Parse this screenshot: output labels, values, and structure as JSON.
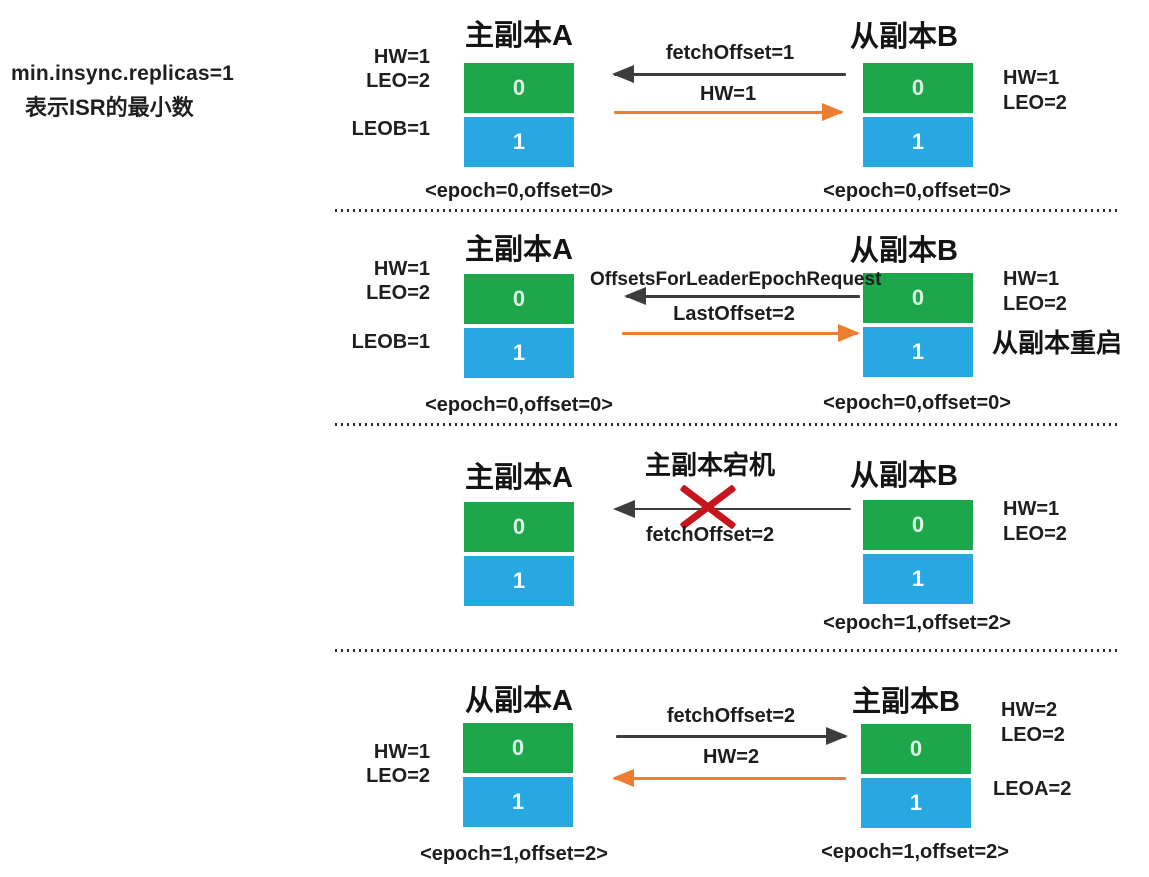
{
  "colors": {
    "green": "#1da64b",
    "blue": "#27a8e0",
    "orange": "#ed7d31",
    "dark": "#3d3d3d",
    "red": "#c4161c",
    "ink": "#1f1f1f"
  },
  "note": {
    "line1": "min.insync.replicas=1",
    "line2": "表示ISR的最小数"
  },
  "sections": [
    {
      "title_a": "主副本A",
      "title_b": "从副本B",
      "a_hw": "HW=1",
      "a_leo": "LEO=2",
      "a_leob": "LEOB=1",
      "b_hw": "HW=1",
      "b_leo": "LEO=2",
      "seg0": "0",
      "seg1": "1",
      "arrow_top_label": "fetchOffset=1",
      "arrow_bottom_label": "HW=1",
      "epoch_a": "<epoch=0,offset=0>",
      "epoch_b": "<epoch=0,offset=0>"
    },
    {
      "title_a": "主副本A",
      "title_b": "从副本B",
      "a_hw": "HW=1",
      "a_leo": "LEO=2",
      "a_leob": "LEOB=1",
      "b_hw": "HW=1",
      "b_leo": "LEO=2",
      "b_note": "从副本重启",
      "seg0": "0",
      "seg1": "1",
      "arrow_top_label": "OffsetsForLeaderEpochRequest",
      "arrow_bottom_label": "LastOffset=2",
      "epoch_a": "<epoch=0,offset=0>",
      "epoch_b": "<epoch=0,offset=0>"
    },
    {
      "title_a": "主副本A",
      "title_b": "从副本B",
      "crash_label": "主副本宕机",
      "b_hw": "HW=1",
      "b_leo": "LEO=2",
      "seg0": "0",
      "seg1": "1",
      "arrow_top_label": "fetchOffset=2",
      "epoch_b": "<epoch=1,offset=2>"
    },
    {
      "title_a": "从副本A",
      "title_b": "主副本B",
      "a_hw": "HW=1",
      "a_leo": "LEO=2",
      "b_hw": "HW=2",
      "b_leo": "LEO=2",
      "b_leoa": "LEOA=2",
      "seg0": "0",
      "seg1": "1",
      "arrow_top_label": "fetchOffset=2",
      "arrow_bottom_label": "HW=2",
      "epoch_a": "<epoch=1,offset=2>",
      "epoch_b": "<epoch=1,offset=2>"
    }
  ]
}
